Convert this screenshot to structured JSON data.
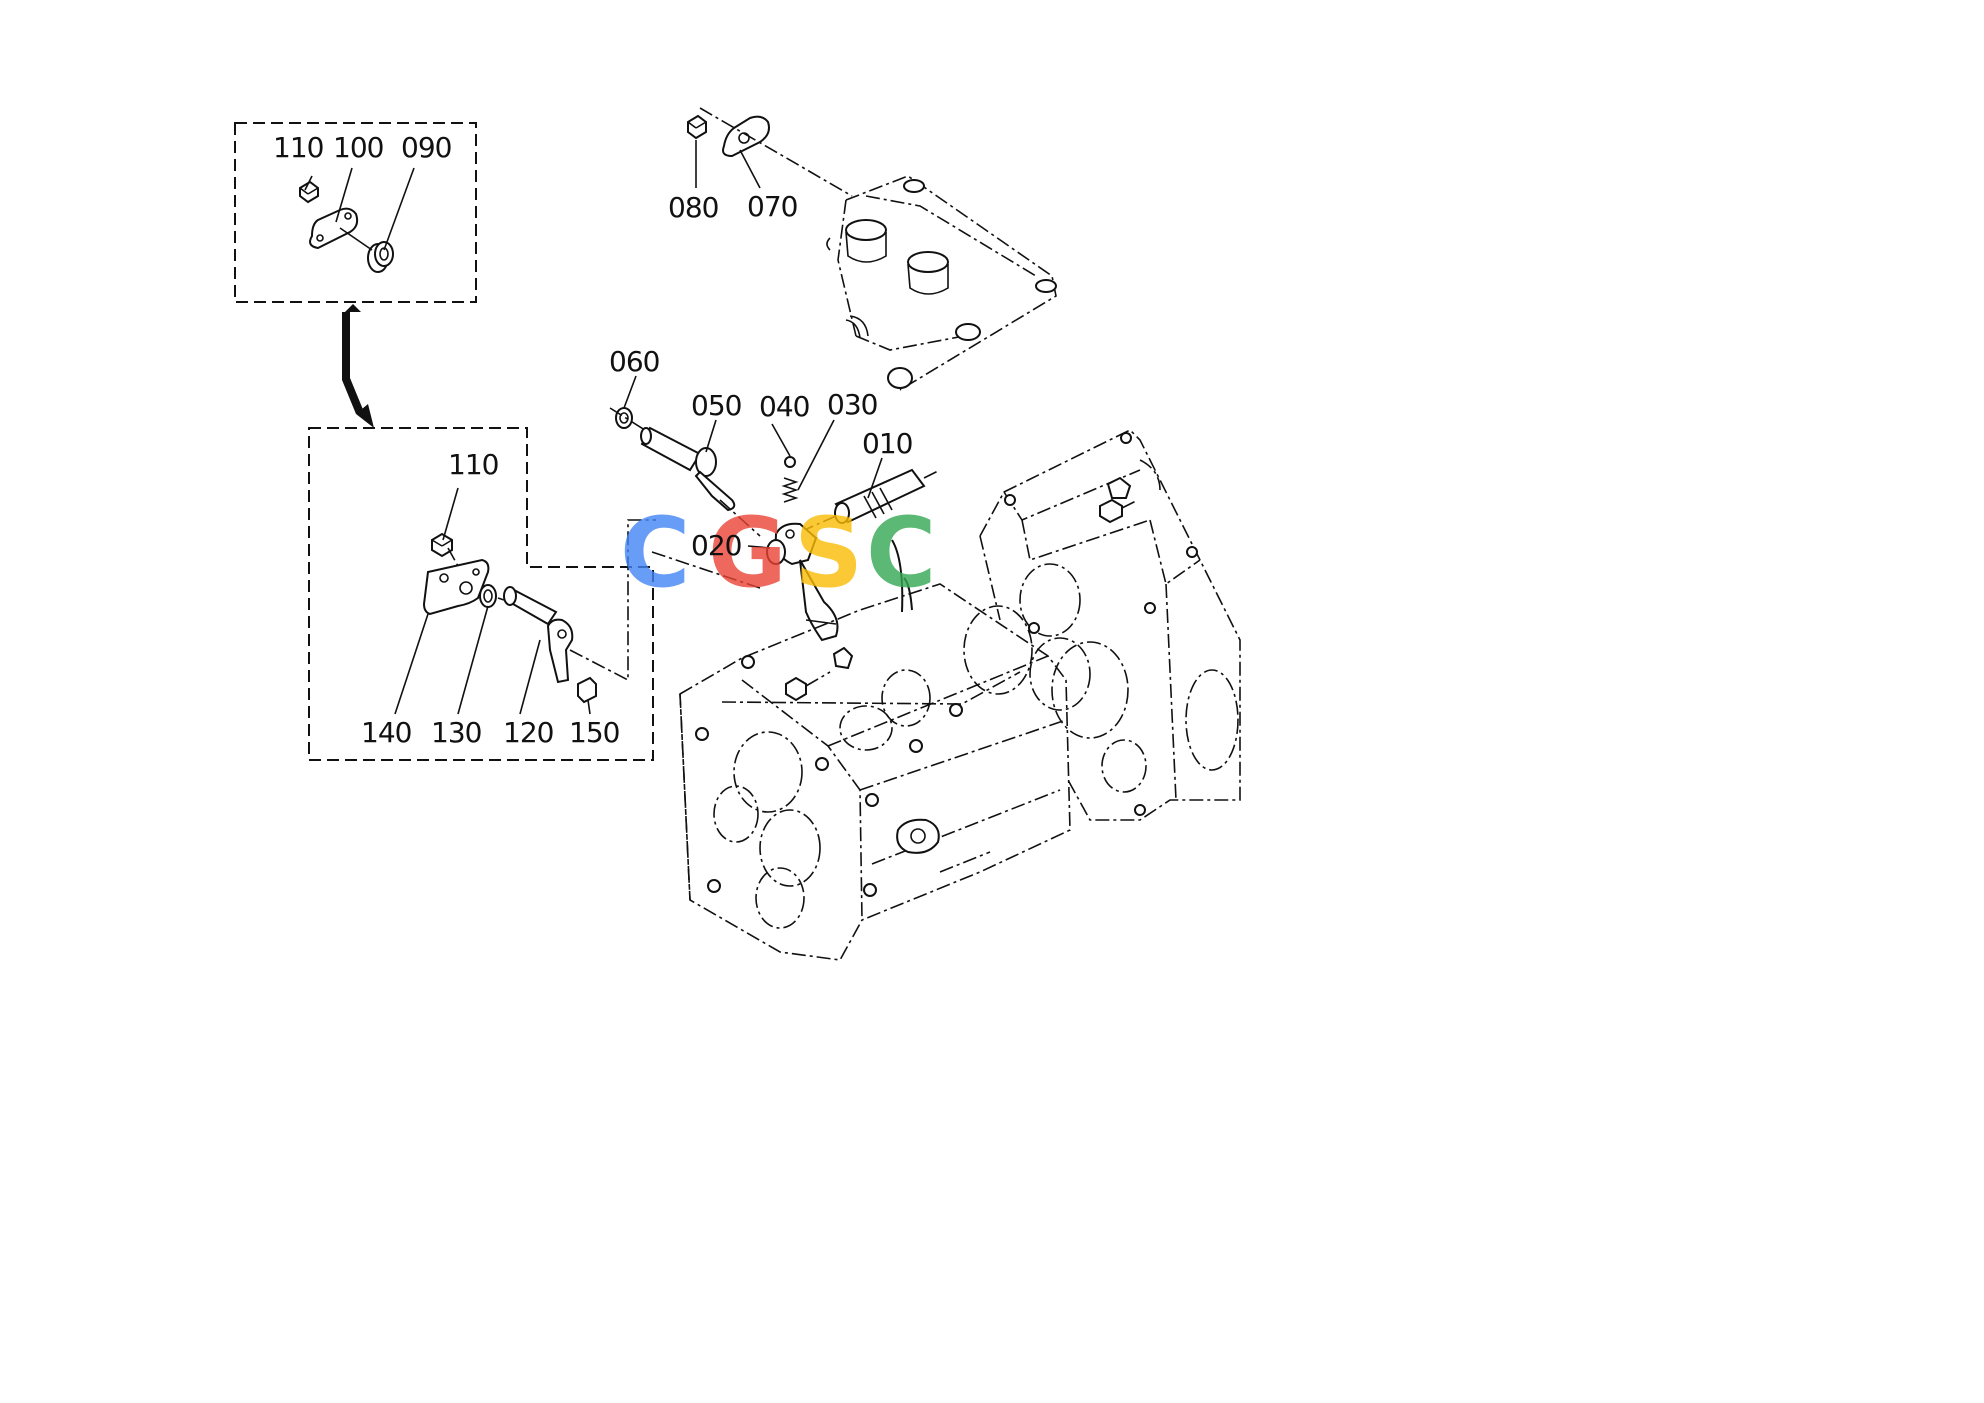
{
  "labels": {
    "p010": "010",
    "p020": "020",
    "p030": "030",
    "p040": "040",
    "p050": "050",
    "p060": "060",
    "p070": "070",
    "p080": "080",
    "p090": "090",
    "p100": "100",
    "p110_top": "110",
    "p110_inset": "110",
    "p120": "120",
    "p130": "130",
    "p140": "140",
    "p150": "150"
  },
  "watermark": {
    "letters": [
      "C",
      "G",
      "S",
      "C"
    ],
    "colors": [
      "#4285F4",
      "#EA4335",
      "#FBBC05",
      "#34A853"
    ]
  }
}
